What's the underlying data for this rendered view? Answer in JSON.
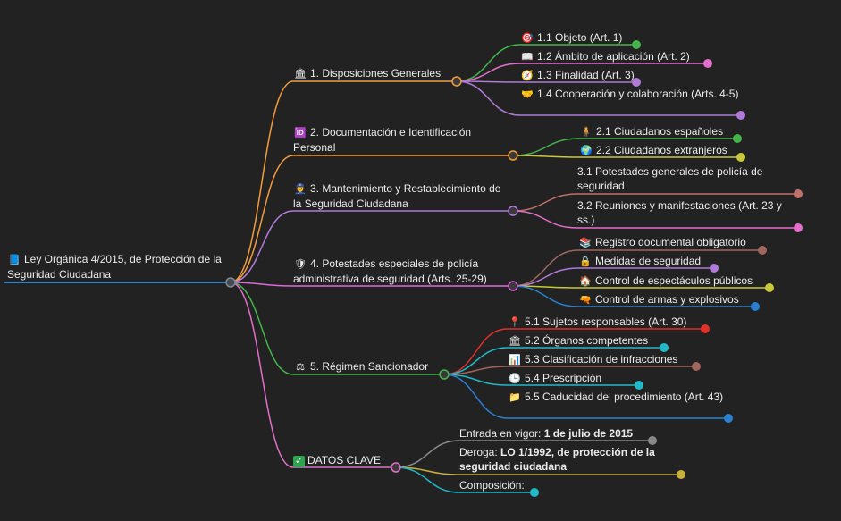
{
  "colors": {
    "background": "#222222",
    "root": "#3a7fc0",
    "b1": "#f39c3b",
    "b2": "#f39c3b",
    "b3": "#b07ad8",
    "b4": "#d96ad8",
    "b5": "#45b54a",
    "b6": "#e26fc9"
  },
  "root": {
    "icon": "blue-book-icon",
    "label": "Ley Orgánica 4/2015, de Protección de la Seguridad Ciudadana"
  },
  "branches": [
    {
      "icon": "classical-building-icon",
      "label": "1. Disposiciones Generales",
      "children": [
        {
          "icon": "target-icon",
          "label": "1.1 Objeto (Art. 1)"
        },
        {
          "icon": "open-book-icon",
          "label": "1.2 Ámbito de aplicación (Art. 2)"
        },
        {
          "icon": "compass-icon",
          "label": "1.3 Finalidad (Art. 3)"
        },
        {
          "icon": "handshake-icon",
          "label": "1.4 Cooperación y colaboración (Arts. 4-5)"
        }
      ]
    },
    {
      "icon": "id-badge-icon",
      "label": "2. Documentación e Identificación Personal",
      "children": [
        {
          "icon": "person-icon",
          "label": "2.1 Ciudadanos españoles"
        },
        {
          "icon": "globe-icon",
          "label": "2.2 Ciudadanos extranjeros"
        }
      ]
    },
    {
      "icon": "police-officer-icon",
      "label": "3. Mantenimiento y Restablecimiento de la Seguridad Ciudadana",
      "children": [
        {
          "icon": "",
          "label": "3.1 Potestades generales de policía de seguridad"
        },
        {
          "icon": "",
          "label": "3.2 Reuniones y manifestaciones (Art. 23 y ss.)"
        }
      ]
    },
    {
      "icon": "shield-icon",
      "label": "4. Potestades especiales de policía administrativa de seguridad (Arts. 25-29)",
      "children": [
        {
          "icon": "books-icon",
          "label": "Registro documental obligatorio"
        },
        {
          "icon": "lock-icon",
          "label": "Medidas de seguridad"
        },
        {
          "icon": "house-icon",
          "label": "Control de espectáculos públicos"
        },
        {
          "icon": "pistol-icon",
          "label": "Control de armas y explosivos"
        }
      ]
    },
    {
      "icon": "scales-icon",
      "label": "5. Régimen Sancionador",
      "children": [
        {
          "icon": "pin-icon",
          "label": "5.1 Sujetos responsables (Art. 30)"
        },
        {
          "icon": "classical-building-icon",
          "label": "5.2 Órganos competentes"
        },
        {
          "icon": "bar-chart-icon",
          "label": "5.3 Clasificación de infracciones"
        },
        {
          "icon": "clock-icon",
          "label": "5.4 Prescripción"
        },
        {
          "icon": "folder-icon",
          "label": "5.5 Caducidad del procedimiento (Art. 43)"
        }
      ]
    },
    {
      "icon": "check-box-icon",
      "label": "DATOS CLAVE",
      "children": [
        {
          "icon": "",
          "prefix": "Entrada en vigor: ",
          "value": "1 de julio de 2015"
        },
        {
          "icon": "",
          "prefix": "Deroga: ",
          "value": "LO 1/1992, de protección de la seguridad ciudadana"
        },
        {
          "icon": "",
          "prefix": "Composición:",
          "value": ""
        }
      ]
    }
  ]
}
